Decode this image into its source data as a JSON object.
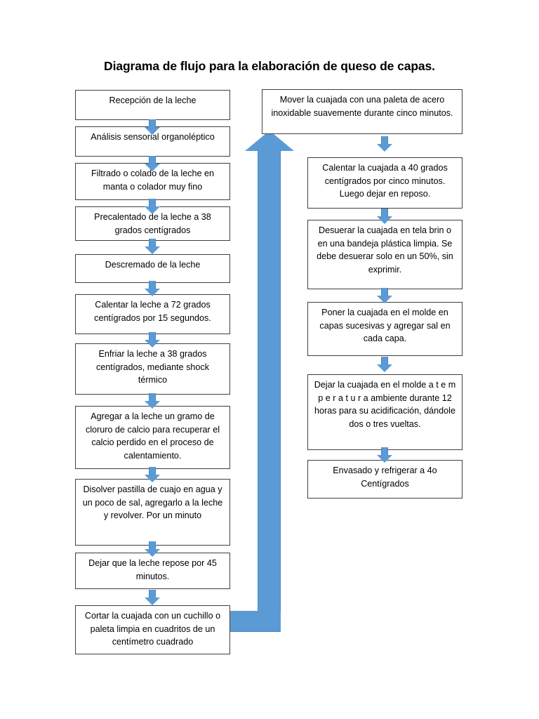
{
  "page": {
    "title": "Diagrama de flujo para la elaboración de queso de capas.",
    "accent_color": "#5B9BD5",
    "box_border_color": "#3F3F3F",
    "background_color": "#FFFFFF"
  },
  "left_column": {
    "nodes": [
      {
        "id": "recepcion",
        "text": "Recepción de la leche"
      },
      {
        "id": "analisis",
        "text": "Análisis sensorial organoléptico"
      },
      {
        "id": "filtrado",
        "text": "Filtrado o colado de la leche en manta o colador muy fino"
      },
      {
        "id": "precalentado",
        "text": "Precalentado de la leche a 38 grados centígrados"
      },
      {
        "id": "descremado",
        "text": "Descremado de la leche"
      },
      {
        "id": "calentar-72",
        "text": "Calentar la leche a 72 grados centígrados por 15 segundos."
      },
      {
        "id": "enfriar-38",
        "text": "Enfriar la leche a 38 grados centígrados, mediante shock térmico"
      },
      {
        "id": "cloruro-calcio",
        "text": "Agregar a la leche un gramo de cloruro de calcio para recuperar el calcio perdido en el proceso de calentamiento."
      },
      {
        "id": "cuajo",
        "text": "Disolver pastilla de cuajo en agua y un poco de sal, agregarlo a la leche y revolver. Por un minuto"
      },
      {
        "id": "reposo-45",
        "text": "Dejar que la leche repose por 45 minutos."
      },
      {
        "id": "cortar-cuajada",
        "text": "Cortar la cuajada con un cuchillo o paleta limpia en cuadritos de un centímetro cuadrado"
      }
    ]
  },
  "right_column": {
    "nodes": [
      {
        "id": "mover-cuajada",
        "text": "Mover la cuajada con una paleta de acero inoxidable suavemente durante cinco minutos."
      },
      {
        "id": "calentar-40",
        "text": "Calentar la cuajada a 40 grados centígrados por cinco minutos. Luego dejar en reposo."
      },
      {
        "id": "desuerar",
        "text": "Desuerar la cuajada en tela brin o en una bandeja plástica limpia. Se debe desuerar solo en un 50%, sin exprimir."
      },
      {
        "id": "molde-capas",
        "text": "Poner la cuajada en el molde en capas sucesivas y agregar sal en cada capa."
      },
      {
        "id": "acidificacion",
        "text": "Dejar la cuajada en el molde a t e m p e r a t u r a ambiente durante 12 horas para su acidificación, dándole dos o tres vueltas."
      },
      {
        "id": "envasado",
        "text": "Envasado y refrigerar a 4o Centígrados"
      }
    ]
  },
  "connectors": {
    "return_arrow_label": "return-flow-arrow",
    "down_arrow_label": "flow-arrow-down"
  }
}
